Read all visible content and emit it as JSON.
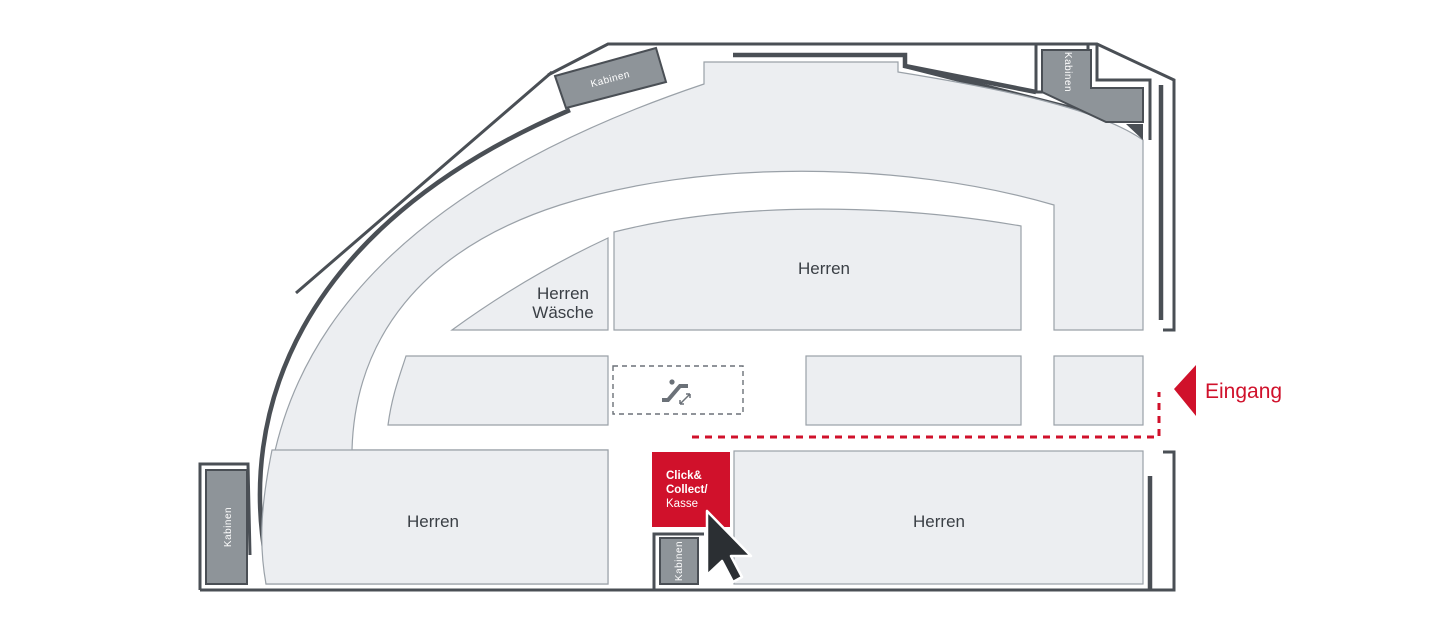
{
  "map": {
    "zones": {
      "herren_top": "Herren",
      "herren_waesche_line1": "Herren",
      "herren_waesche_line2": "Wäsche",
      "herren_bottom_left": "Herren",
      "herren_bottom_right": "Herren"
    },
    "cabins": {
      "top": "Kabinen",
      "top_right": "Kabinen",
      "left": "Kabinen",
      "bottom": "Kabinen"
    },
    "click_collect": {
      "line1": "Click&",
      "line2": "Collect/",
      "line3": "Kasse"
    },
    "entrance": {
      "label": "Eingang"
    },
    "icons": {
      "escalator": "escalator-icon",
      "pointer": "cursor-arrow-icon",
      "entrance_arrow": "entrance-arrow-icon"
    },
    "colors": {
      "accent": "#d0112b",
      "floor": "#eceef1",
      "wall": "#4a4f55",
      "cabin": "#8e9499"
    }
  }
}
